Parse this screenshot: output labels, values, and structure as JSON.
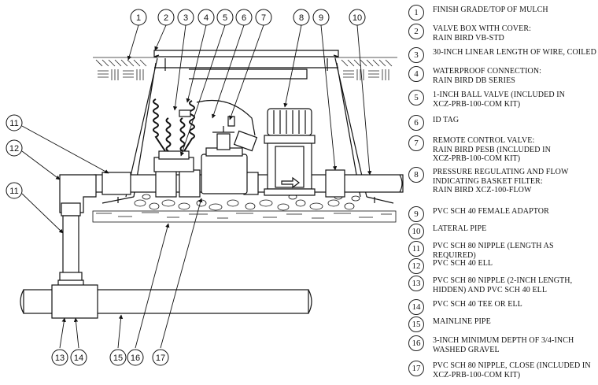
{
  "callouts": {
    "c1": "1",
    "c2": "2",
    "c3": "3",
    "c4": "4",
    "c5": "5",
    "c6": "6",
    "c7": "7",
    "c8": "8",
    "c9": "9",
    "c10": "10",
    "c11a": "11",
    "c12": "12",
    "c11b": "11",
    "c13": "13",
    "c14": "14",
    "c15": "15",
    "c16": "16",
    "c17": "17"
  },
  "legend": [
    {
      "num": "1",
      "text": "FINISH GRADE/TOP OF MULCH"
    },
    {
      "num": "2",
      "text": "VALVE BOX WITH COVER:\n  RAIN BIRD VB-STD"
    },
    {
      "num": "3",
      "text": "30-INCH LINEAR LENGTH OF WIRE, COILED"
    },
    {
      "num": "4",
      "text": "WATERPROOF CONNECTION:\n  RAIN BIRD DB SERIES"
    },
    {
      "num": "5",
      "text": "1-INCH BALL VALVE (INCLUDED IN\n  XCZ-PRB-100-COM KIT)"
    },
    {
      "num": "6",
      "text": "ID TAG"
    },
    {
      "num": "7",
      "text": "REMOTE CONTROL VALVE:\n  RAIN BIRD PESB (INCLUDED IN\n  XCZ-PRB-100-COM KIT)"
    },
    {
      "num": "8",
      "text": "PRESSURE REGULATING AND FLOW\n      INDICATING BASKET FILTER:\n  RAIN BIRD XCZ-100-FLOW"
    },
    {
      "num": "9",
      "text": "PVC SCH 40 FEMALE ADAPTOR"
    },
    {
      "num": "10",
      "text": "LATERAL PIPE"
    },
    {
      "num": "11",
      "text": "PVC SCH 80 NIPPLE (LENGTH AS REQUIRED)"
    },
    {
      "num": "12",
      "text": "PVC SCH 40 ELL"
    },
    {
      "num": "13",
      "text": "PVC SCH 80 NIPPLE (2-INCH LENGTH,\n  HIDDEN) AND PVC SCH 40 ELL"
    },
    {
      "num": "14",
      "text": "PVC SCH 40 TEE OR ELL"
    },
    {
      "num": "15",
      "text": "MAINLINE PIPE"
    },
    {
      "num": "16",
      "text": "3-INCH MINIMUM DEPTH OF 3/4-INCH\n  WASHED GRAVEL"
    },
    {
      "num": "17",
      "text": "PVC SCH 80 NIPPLE, CLOSE (INCLUDED IN\n  XCZ-PRB-100-COM KIT)"
    }
  ]
}
